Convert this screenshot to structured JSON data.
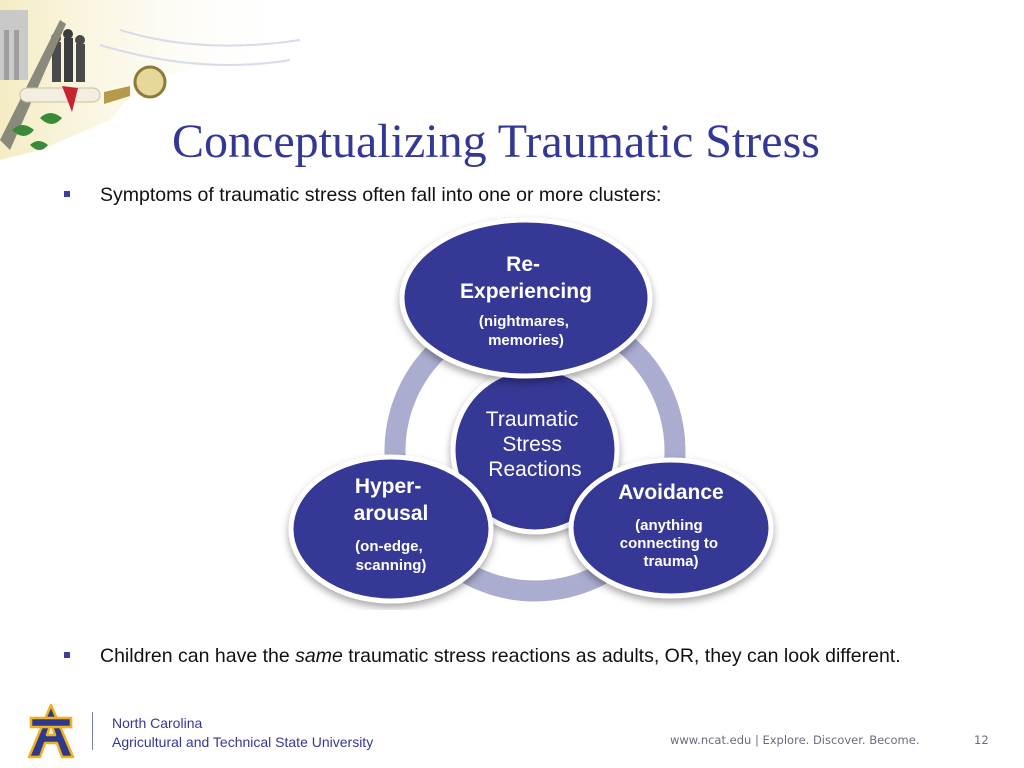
{
  "slide": {
    "title": "Conceptualizing Traumatic Stress",
    "bullets": [
      {
        "text": "Symptoms of traumatic stress often fall into one or more clusters:"
      },
      {
        "before": "Children can have the ",
        "emphasis": "same",
        "after": " traumatic stress reactions as adults, OR, they can look different."
      }
    ]
  },
  "diagram": {
    "center": {
      "lines": [
        "Traumatic",
        "Stress",
        "Reactions"
      ]
    },
    "nodes": [
      {
        "title_lines": [
          "Re-",
          "Experiencing"
        ],
        "detail_lines": [
          "(nightmares,",
          "memories)"
        ]
      },
      {
        "title_lines": [
          "Avoidance"
        ],
        "detail_lines": [
          "(anything",
          "connecting to",
          "trauma)"
        ]
      },
      {
        "title_lines": [
          "Hyper-",
          "arousal"
        ],
        "detail_lines": [
          "(on-edge,",
          "scanning)"
        ]
      }
    ]
  },
  "footer": {
    "university_line1": "North Carolina",
    "university_line2": "Agricultural and Technical State University",
    "tagline": "www.ncat.edu | Explore. Discover. Become.",
    "slide_number": "12"
  },
  "colors": {
    "title": "#343895",
    "circle_fill": "#343895",
    "ring": "#abadd0",
    "logo_blue": "#2d3a8c",
    "logo_gold": "#f2b01e"
  }
}
